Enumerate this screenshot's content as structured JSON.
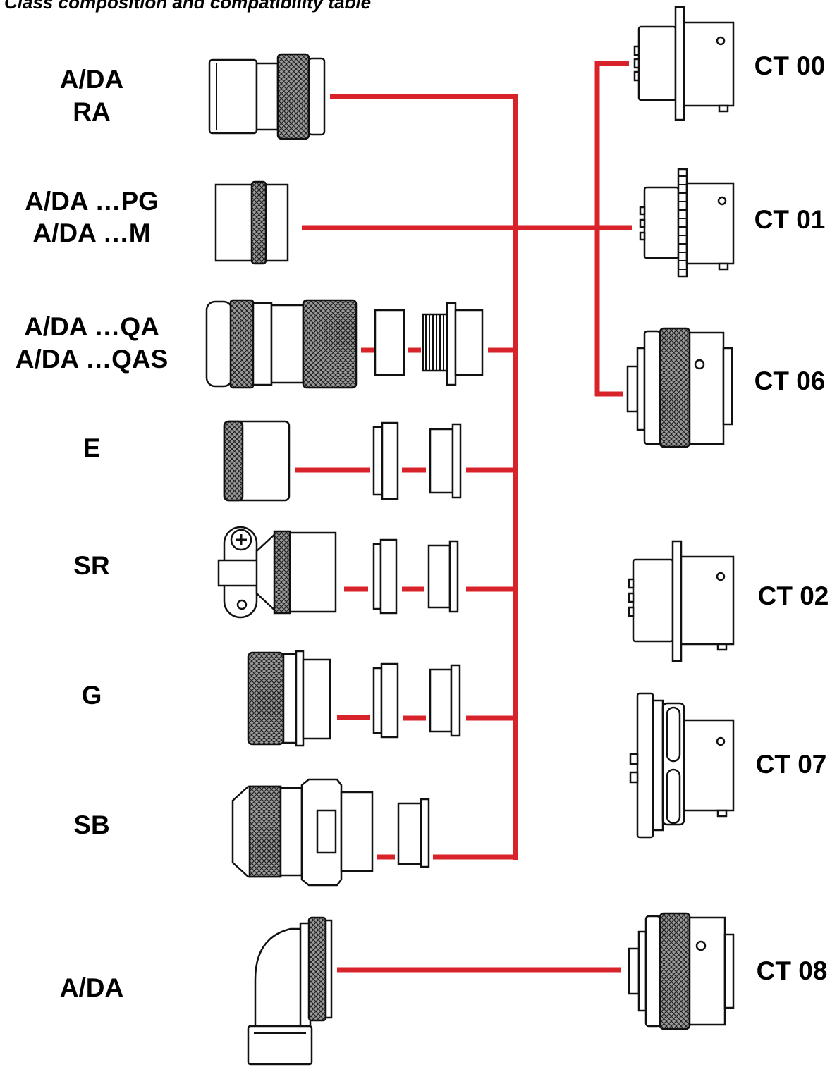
{
  "title": "Class composition and compatibility table",
  "colors": {
    "line": "#d8232a",
    "outline": "#111111",
    "knurl": "#555555"
  },
  "left_classes": [
    {
      "id": "ada-ra",
      "lines": [
        "A/DA",
        "RA"
      ]
    },
    {
      "id": "ada-pg-m",
      "lines": [
        "A/DA …PG",
        "A/DA …M"
      ]
    },
    {
      "id": "ada-qa-qas",
      "lines": [
        "A/DA …QA",
        "A/DA …QAS"
      ]
    },
    {
      "id": "e",
      "lines": [
        "E"
      ]
    },
    {
      "id": "sr",
      "lines": [
        "SR"
      ]
    },
    {
      "id": "g",
      "lines": [
        "G"
      ]
    },
    {
      "id": "sb",
      "lines": [
        "SB"
      ]
    },
    {
      "id": "ada",
      "lines": [
        "A/DA"
      ]
    }
  ],
  "right_receptacles": [
    {
      "id": "ct00",
      "label": "CT 00"
    },
    {
      "id": "ct01",
      "label": "CT 01"
    },
    {
      "id": "ct06",
      "label": "CT 06"
    },
    {
      "id": "ct02",
      "label": "CT 02"
    },
    {
      "id": "ct07",
      "label": "CT 07"
    },
    {
      "id": "ct08",
      "label": "CT 08"
    }
  ]
}
